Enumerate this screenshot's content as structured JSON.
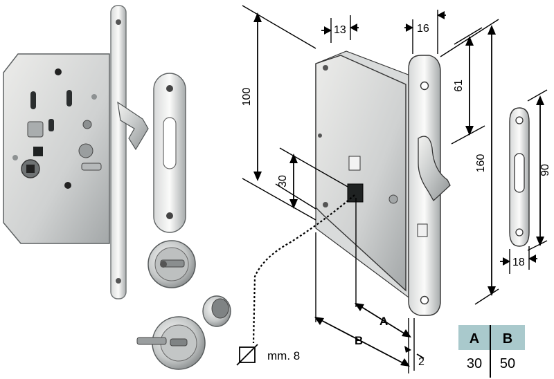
{
  "dimensions": {
    "faceplate_thickness": "13",
    "faceplate_width": "16",
    "case_height": "100",
    "spindle_offset": "30",
    "latch_offset": "61",
    "faceplate_height": "160",
    "strike_height": "90",
    "strike_width": "18",
    "edge_gap": "2",
    "label_a": "A",
    "label_b": "B"
  },
  "square_spindle": {
    "text": "mm. 8"
  },
  "table": {
    "headers": [
      "A",
      "B"
    ],
    "values": [
      "30",
      "50"
    ]
  },
  "colors": {
    "table_header_bg": "#a9c9cc",
    "metal_light": "#e8e8e6",
    "metal_mid": "#b9bcbc",
    "metal_dark": "#6f7374"
  }
}
